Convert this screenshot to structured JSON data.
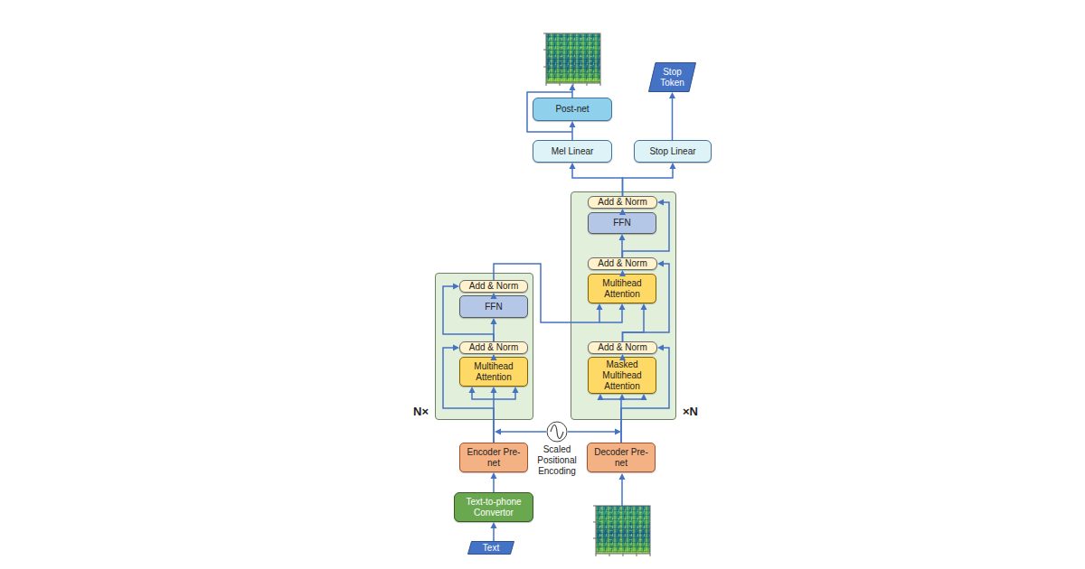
{
  "diagram": {
    "nodes": [
      {
        "text": [
          "Stop Token"
        ]
      },
      {
        "text": [
          "Post-net"
        ]
      },
      {
        "text": [
          "Mel Linear"
        ]
      },
      {
        "text": [
          "Stop Linear"
        ]
      },
      {
        "text": [
          "×N"
        ]
      },
      {
        "text": [
          "Add & Norm"
        ],
        "in": 4
      },
      {
        "text": [
          "FFN"
        ],
        "in": 4
      },
      {
        "text": [
          "Add & Norm"
        ],
        "in": 4
      },
      {
        "text": [
          "Multihead Attention"
        ],
        "in": 4
      },
      {
        "text": [
          "Add & Norm"
        ],
        "in": 4
      },
      {
        "text": [
          "Masked Multihead Attention"
        ],
        "in": 4
      },
      {
        "text": [
          "N×"
        ]
      },
      {
        "text": [
          "Add & Norm"
        ],
        "in": 11
      },
      {
        "text": [
          "FFN"
        ],
        "in": 11
      },
      {
        "text": [
          "Add & Norm"
        ],
        "in": 11
      },
      {
        "text": [
          "Multihead Attention"
        ],
        "in": 11
      },
      {
        "text": [
          "Scaled Positional Encoding"
        ]
      },
      {
        "text": [
          "Encoder Pre-net"
        ]
      },
      {
        "text": [
          "Decoder Pre-net"
        ]
      },
      {
        "text": [
          "Text-to-phone Convertor"
        ]
      },
      {
        "text": [
          "Text"
        ]
      }
    ],
    "edges": [
      {
        "from": 20,
        "to": 19,
        "arrow": "to"
      },
      {
        "from": 19,
        "to": 17,
        "arrow": "to"
      },
      {
        "from": 17,
        "to": 15,
        "arrow": "to"
      },
      {
        "from": 17,
        "to": 14,
        "arrow": "to"
      },
      {
        "from": 15,
        "to": 14,
        "arrow": "to"
      },
      {
        "from": 14,
        "to": 13,
        "arrow": "to"
      },
      {
        "from": 14,
        "to": 12,
        "arrow": "to"
      },
      {
        "from": 13,
        "to": 12,
        "arrow": "to"
      },
      {
        "from": 12,
        "to": 8,
        "arrow": "to"
      },
      {
        "from": 18,
        "to": 10,
        "arrow": "to"
      },
      {
        "from": 18,
        "to": 9,
        "arrow": "to"
      },
      {
        "from": 10,
        "to": 9,
        "arrow": "to"
      },
      {
        "from": 9,
        "to": 8,
        "arrow": "to"
      },
      {
        "from": 9,
        "to": 7,
        "arrow": "to"
      },
      {
        "from": 8,
        "to": 7,
        "arrow": "to"
      },
      {
        "from": 7,
        "to": 6,
        "arrow": "to"
      },
      {
        "from": 7,
        "to": 5,
        "arrow": "to"
      },
      {
        "from": 6,
        "to": 5,
        "arrow": "to"
      },
      {
        "from": 5,
        "to": 2,
        "arrow": "to"
      },
      {
        "from": 5,
        "to": 3,
        "arrow": "to"
      },
      {
        "from": 2,
        "to": 1,
        "arrow": "to"
      },
      {
        "from": 3,
        "to": 0,
        "arrow": "to"
      }
    ]
  }
}
